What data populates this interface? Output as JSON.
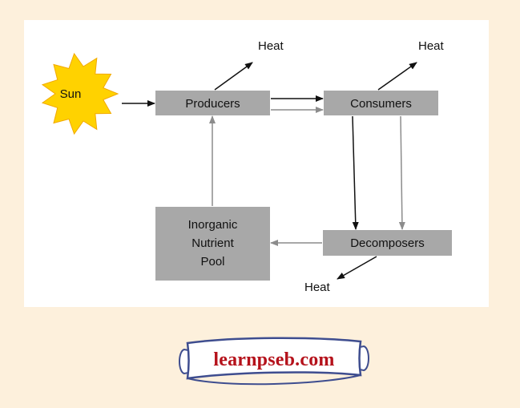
{
  "nodes": {
    "sun": "Sun",
    "producers": "Producers",
    "consumers": "Consumers",
    "decomposers": "Decomposers",
    "pool": [
      "Inorganic",
      "Nutrient",
      "Pool"
    ]
  },
  "heat_labels": {
    "producers": "Heat",
    "consumers": "Heat",
    "decomposers": "Heat"
  },
  "colors": {
    "background": "#fdf0dc",
    "panel": "#ffffff",
    "box": "#a8a8a8",
    "sun": "#ffd200",
    "energy_arrow": "#111111",
    "nutrient_arrow": "#8c8c8c",
    "banner_text": "#b5121b",
    "banner_border": "#3e4d8f"
  },
  "watermark": "learnpseb.com"
}
